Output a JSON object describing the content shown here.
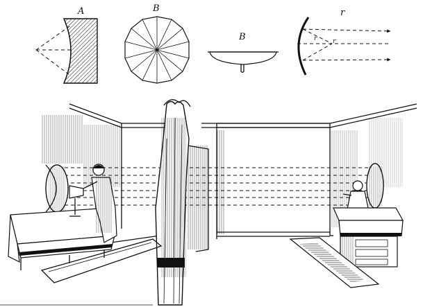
{
  "figure": {
    "labels": {
      "diagram_a": "A",
      "diagram_b_top": "B",
      "diagram_b": "B",
      "diagram_r": "r",
      "diagram_r_inner1": "r",
      "diagram_r_inner2": "r"
    }
  }
}
